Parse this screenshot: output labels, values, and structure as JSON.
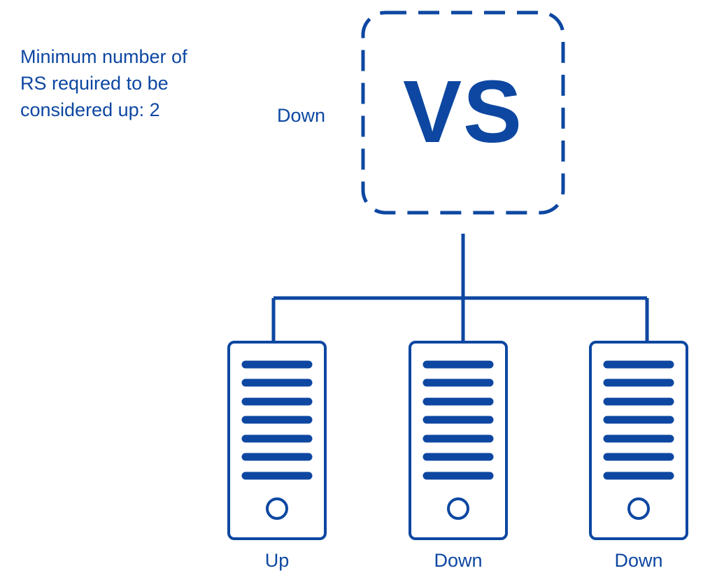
{
  "note": {
    "text": "Minimum number of\nRS required to be\nconsidered up: 2"
  },
  "virtual_server": {
    "label": "VS",
    "status": "Down"
  },
  "real_servers": [
    {
      "status": "Up"
    },
    {
      "status": "Down"
    },
    {
      "status": "Down"
    }
  ],
  "colors": {
    "primary": "#0d47a1",
    "background": "#ffffff"
  }
}
